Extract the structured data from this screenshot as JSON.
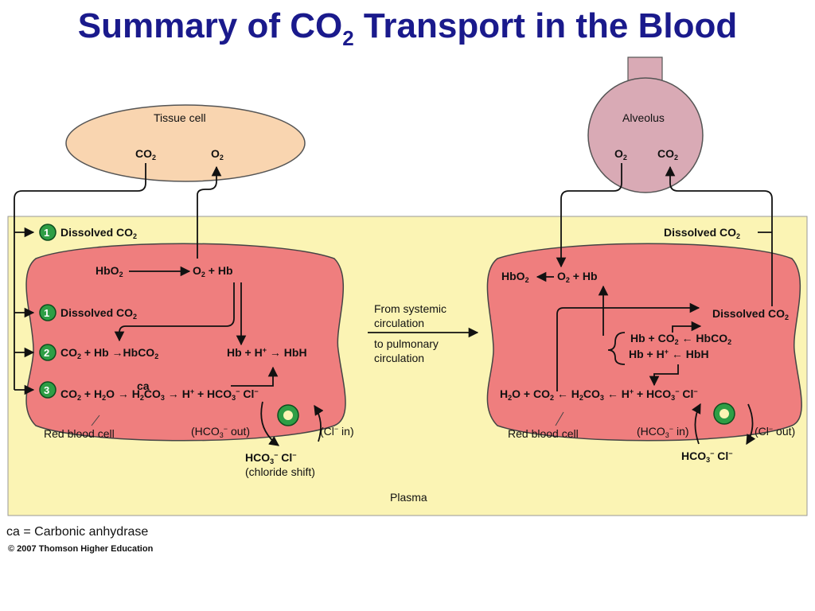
{
  "title": {
    "main": "Summary of CO",
    "sub": "2",
    "rest": " Transport in the Blood"
  },
  "labels": {
    "tissue_cell": "Tissue cell",
    "alveolus": "Alveolus",
    "plasma": "Plasma",
    "rbc": "Red blood cell",
    "from_systemic": "From systemic",
    "circulation": "circulation",
    "to_pulmonary": "to pulmonary",
    "circulation2": "circulation",
    "dissolved": "Dissolved CO",
    "hco3_out": "(HCO",
    "out": " out)",
    "in": " in)",
    "cl_in": "(Cl",
    "cl_out": "(Cl",
    "chloride_shift": "(chloride shift)",
    "ca": "ca"
  },
  "steps": [
    "1",
    "1",
    "2",
    "3"
  ],
  "legend": "ca = Carbonic anhydrase",
  "copyright": "© 2007 Thomson Higher Education",
  "colors": {
    "tissue": "#f9d5b0",
    "alveolus": "#d9aab5",
    "plasma": "#fbf4b4",
    "rbc": "#ef7e7e",
    "step": "#2e9e45",
    "title": "#1a1a8c"
  }
}
